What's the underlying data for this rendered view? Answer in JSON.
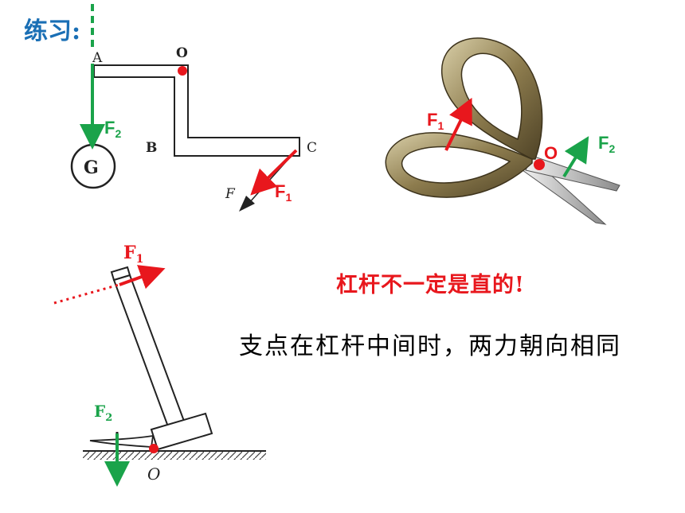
{
  "title": "练习:",
  "note_red": "杠杆不一定是直的!",
  "note_black": "支点在杠杆中间时，两力朝向相同",
  "lever": {
    "point_a": "A",
    "point_o": "O",
    "point_b": "B",
    "point_c": "C",
    "weight": "G",
    "force_f": "F",
    "f1": {
      "base": "F",
      "sub": "1"
    },
    "f2": {
      "base": "F",
      "sub": "2"
    }
  },
  "scissors": {
    "pivot": "O",
    "f1": {
      "base": "F",
      "sub": "1"
    },
    "f2": {
      "base": "F",
      "sub": "2"
    }
  },
  "hammer": {
    "pivot": "O",
    "f1": {
      "base": "F",
      "sub": "1"
    },
    "f2": {
      "base": "F",
      "sub": "2"
    }
  },
  "colors": {
    "red": "#e8171d",
    "green": "#1aa34a",
    "blue": "#1a6fb5"
  }
}
